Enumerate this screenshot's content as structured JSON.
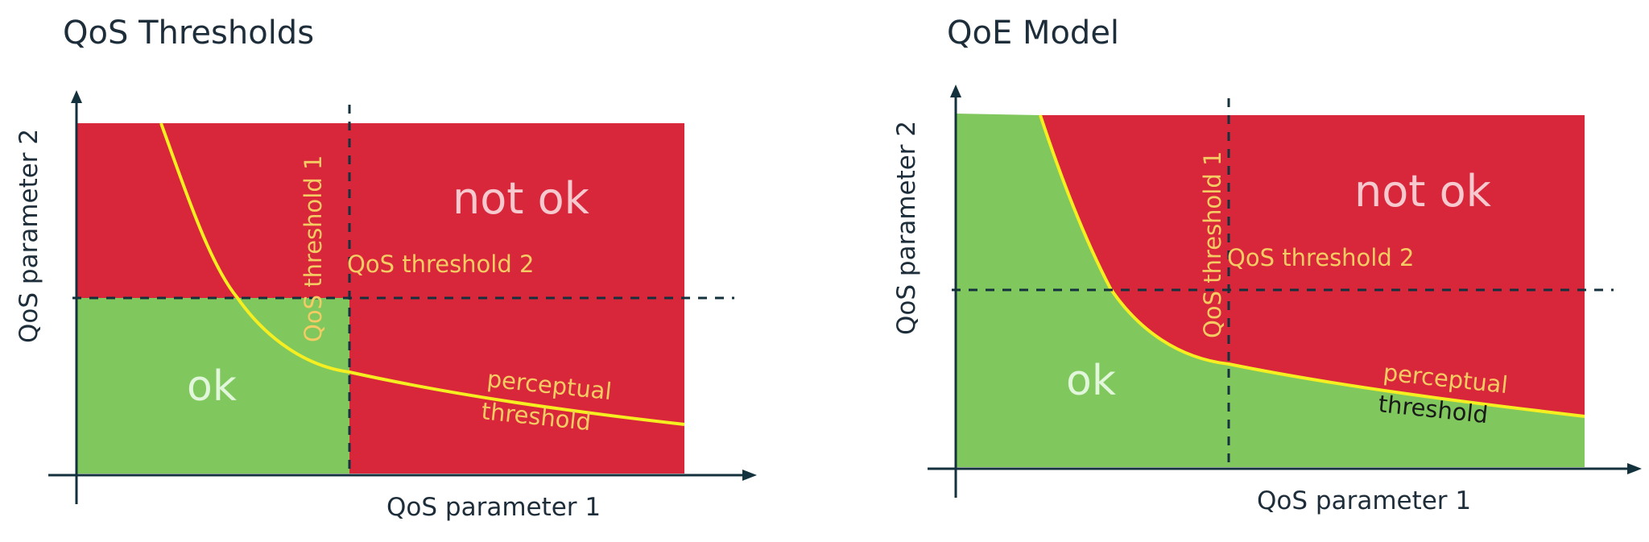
{
  "colors": {
    "red": "#d8273a",
    "green": "#80c75d",
    "curve": "#f5ef21",
    "axis": "#14323e",
    "yellow_text": "#f4cc63",
    "notok_text": "#f6c9cf",
    "ok_text": "#e1f6da"
  },
  "left": {
    "title": "QoS Thresholds",
    "x_axis_label": "QoS parameter 1",
    "y_axis_label": "QoS parameter 2",
    "region_not_ok": "not ok",
    "region_ok": "ok",
    "threshold_1": "QoS threshold 1",
    "threshold_2": "QoS threshold 2",
    "curve_label_line1": "perceptual",
    "curve_label_line2": "threshold"
  },
  "right": {
    "title": "QoE Model",
    "x_axis_label": "QoS parameter 1",
    "y_axis_label": "QoS parameter 2",
    "region_not_ok": "not ok",
    "region_ok": "ok",
    "threshold_1": "QoS threshold 1",
    "threshold_2": "QoS threshold 2",
    "curve_label_line1": "perceptual",
    "curve_label_line2": "threshold"
  }
}
